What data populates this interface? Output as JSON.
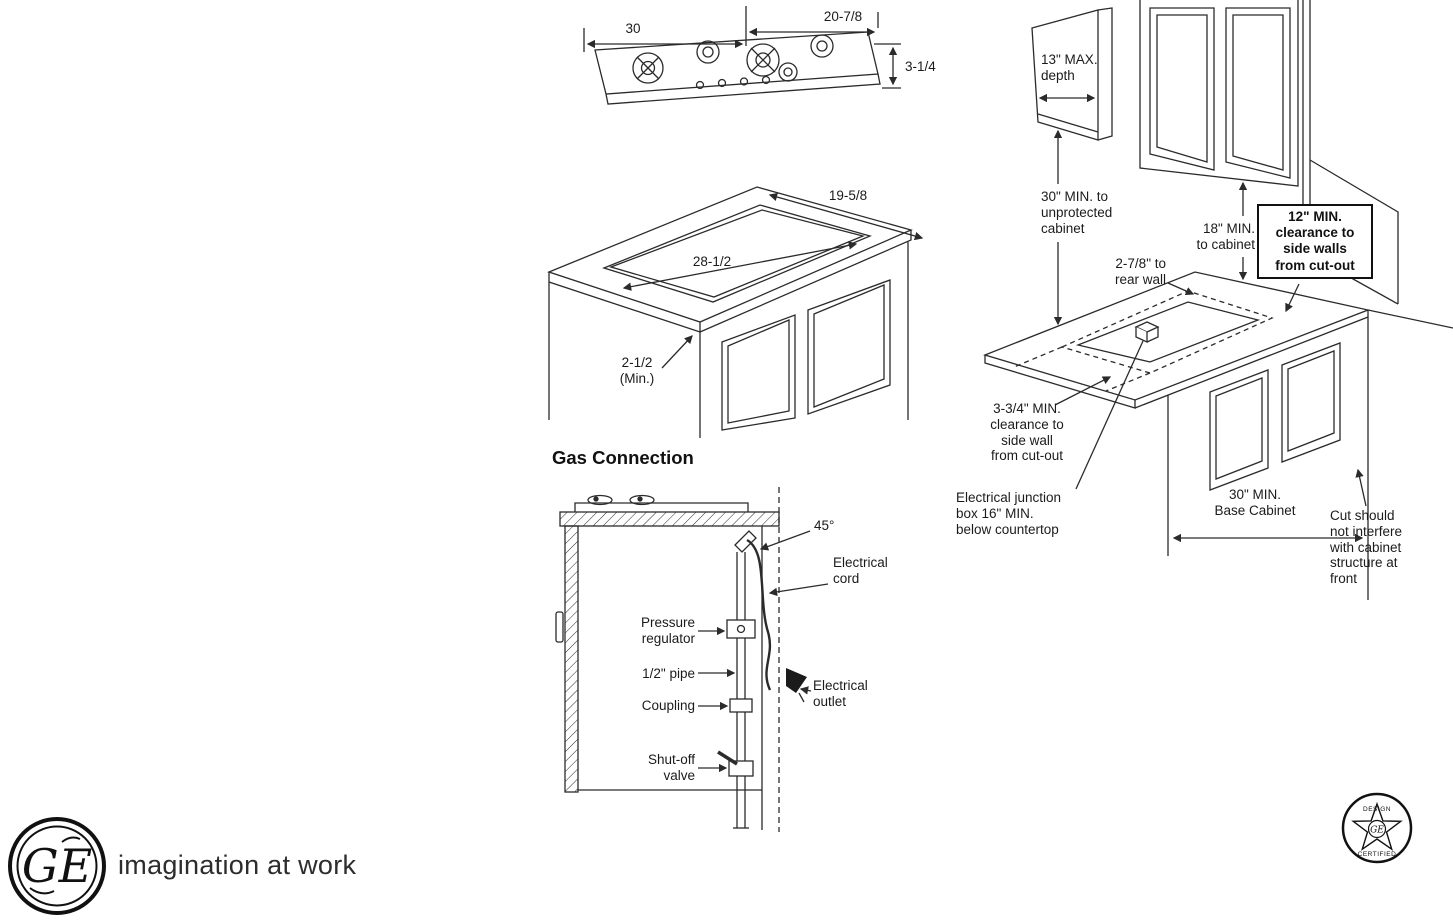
{
  "cooktop_view": {
    "dim_width": "30",
    "dim_width_right": "20-7/8",
    "dim_height": "3-1/4"
  },
  "cutout_view": {
    "dim_depth": "19-5/8",
    "dim_cutout_width": "28-1/2",
    "dim_front_min": "2-1/2\n(Min.)"
  },
  "gas_section": {
    "heading": "Gas Connection",
    "angle": "45°",
    "electrical_cord": "Electrical\ncord",
    "pressure_regulator": "Pressure\nregulator",
    "pipe": "1/2\" pipe",
    "coupling": "Coupling",
    "electrical_outlet": "Electrical\noutlet",
    "shutoff_valve": "Shut-off\nvalve"
  },
  "install_view": {
    "max_depth": "13\" MAX.\ndepth",
    "min_to_unprotected": "30\" MIN. to\nunprotected\ncabinet",
    "min_to_cabinet": "18\" MIN.\nto cabinet",
    "side_wall_clearance": "12\" MIN.\nclearance to\nside walls\nfrom cut-out",
    "to_rear_wall": "2-7/8\" to\nrear wall",
    "side_wall_cutout_clearance": "3-3/4\" MIN.\nclearance to\nside wall\nfrom cut-out",
    "junction_box": "Electrical junction\nbox 16\" MIN.\nbelow countertop",
    "base_cabinet": "30\" MIN.\nBase Cabinet",
    "cut_note": "Cut should\nnot interfere\nwith cabinet\nstructure at\nfront"
  },
  "footer": {
    "monogram": "GE",
    "tagline": "imagination at work",
    "badge_top": "DESIGN",
    "badge_bottom": "CERTIFIED",
    "badge_center": "GE"
  }
}
